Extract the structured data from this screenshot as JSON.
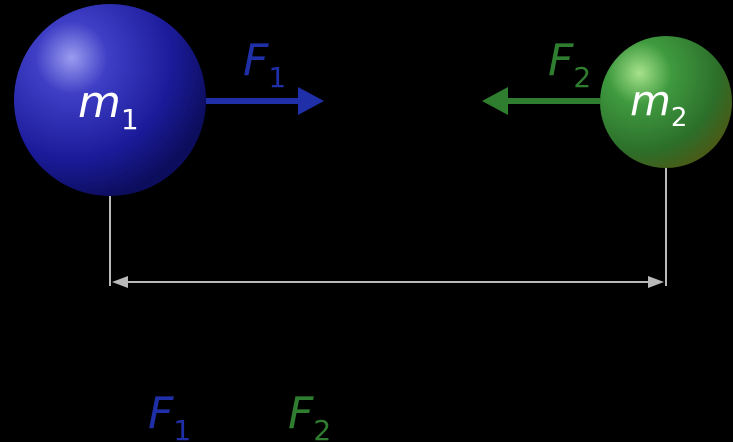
{
  "diagram": {
    "background": "#000000",
    "mass1": {
      "symbol": "m",
      "subscript": "1",
      "color": "#1d1d9a"
    },
    "mass2": {
      "symbol": "m",
      "subscript": "2",
      "color": "#2f7d2f"
    },
    "force1": {
      "symbol": "F",
      "subscript": "1",
      "direction": "right",
      "color": "#1f2fa8"
    },
    "force2": {
      "symbol": "F",
      "subscript": "2",
      "direction": "left",
      "color": "#2f7d2f"
    },
    "separation": {
      "color": "#b9b9b9"
    },
    "equation": {
      "f1_symbol": "F",
      "f1_subscript": "1",
      "f2_symbol": "F",
      "f2_subscript": "2"
    }
  }
}
